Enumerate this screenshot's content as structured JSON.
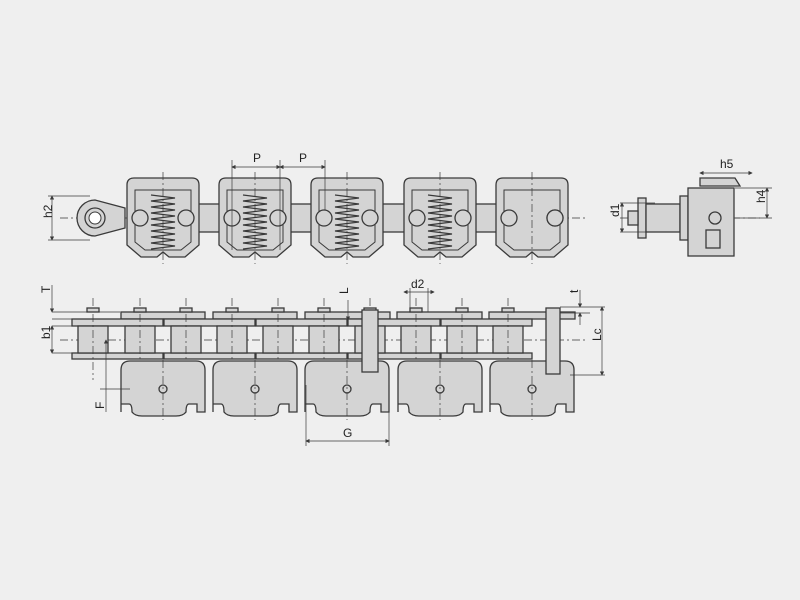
{
  "drawing": {
    "title": "Spring clip attachment roller chain",
    "colors": {
      "background": "#efefef",
      "part_fill": "#d4d4d4",
      "line": "#3a3a3a"
    },
    "labels": {
      "pitch_1": "P",
      "pitch_2": "P",
      "h2": "h2",
      "d1": "d1",
      "h5": "h5",
      "h4": "h4",
      "T": "T",
      "b1": "b1",
      "F": "F",
      "L": "L",
      "d2": "d2",
      "t": "t",
      "Lc": "Lc",
      "G": "G"
    }
  }
}
